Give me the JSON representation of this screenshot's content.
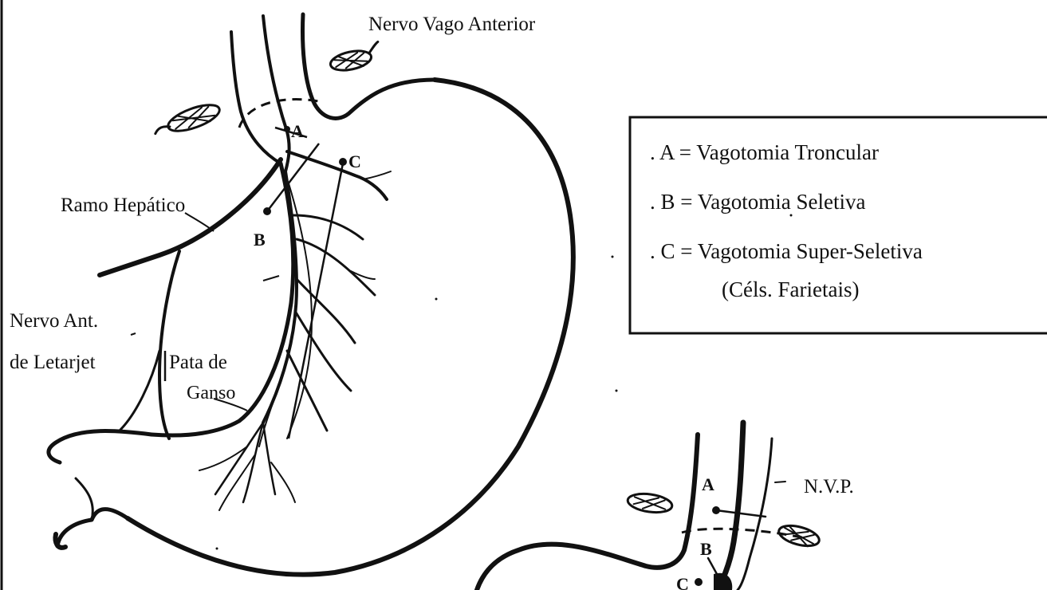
{
  "labels": {
    "nervo_vago_anterior": "Nervo Vago Anterior",
    "ramo_hepatico": "Ramo Hepático",
    "nervo_ant_line1": "Nervo  Ant.",
    "nervo_ant_line2": "de Letarjet",
    "pata_line1": "Pata de",
    "pata_line2": "Ganso",
    "nvp": "N.V.P."
  },
  "points": {
    "a": "A",
    "b": "B",
    "c": "C",
    "a2": "A",
    "b2": "B",
    "c2": "C"
  },
  "legend": {
    "items": [
      ". A = Vagotomia Troncular",
      ". B = Vagotomia Seletiva",
      ". C = Vagotomia Super-Seletiva"
    ],
    "subline": "(Céls. Farietais)"
  }
}
